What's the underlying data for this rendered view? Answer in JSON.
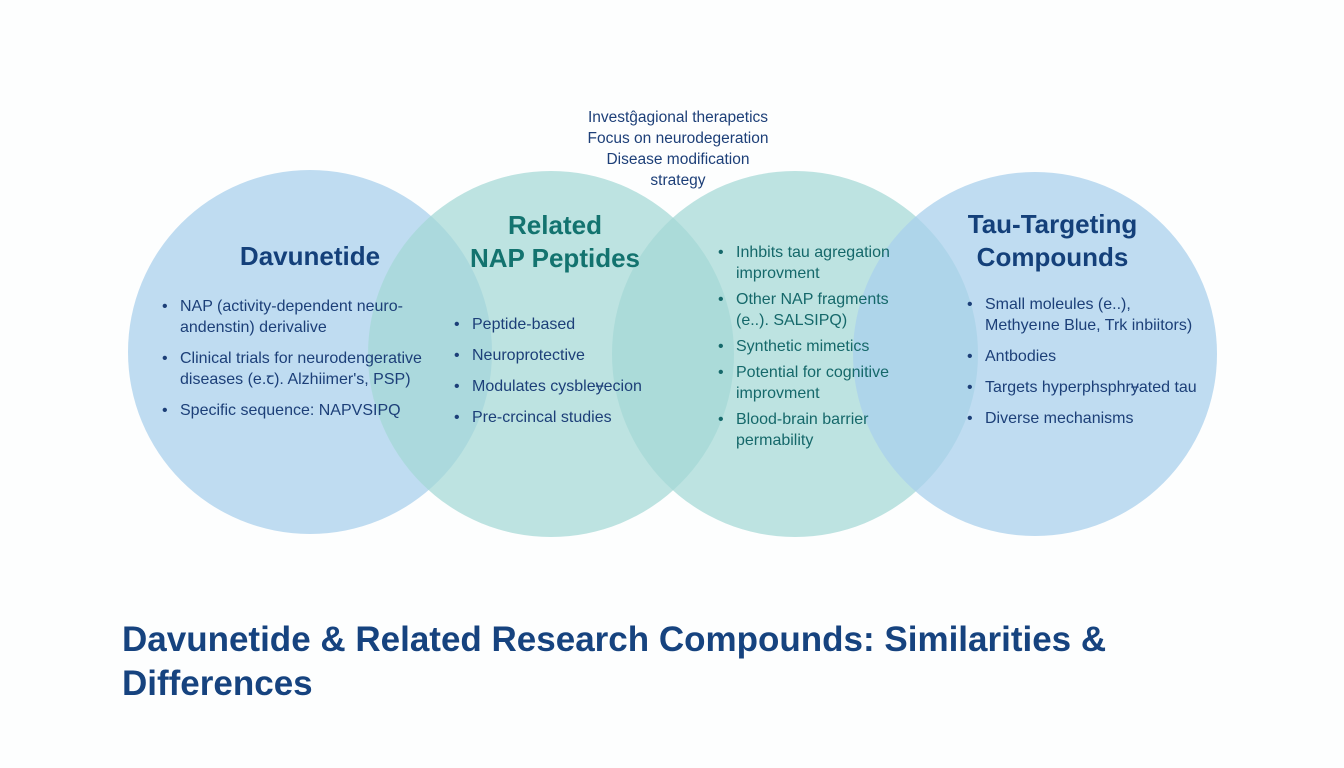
{
  "top_note": [
    "Investĝagional therapetics",
    "Focus on neurodegeration",
    "Disease modification",
    "strategy"
  ],
  "circles": [
    {
      "title": [
        "Davunetide"
      ],
      "color": "#b3d6ee",
      "items": [
        "NAP (activity-dependent neuro-andenstin) derivalive",
        "Clinical trials for neurodengerative diseases (e.ꞇ). Alzhiimer's, PSP)",
        "Specific sequence: NAPVSIPQ"
      ]
    },
    {
      "title": [
        "Related",
        "NAP Peptides"
      ],
      "color": "#b3e0de",
      "items": [
        "Peptide-based",
        "Neuroprotective",
        "Modulates cysbleɏecion",
        "Pre-crcincal studies"
      ]
    },
    {
      "title": [],
      "color": "#b3e0de",
      "items": [
        "Inhbits tau agregation improvment",
        "Other NAP fragments (e..). SALSIPQ)",
        "Synthetic mimetics",
        "Potential for cognitive improvment",
        "Blood-brain barrier permability"
      ]
    },
    {
      "title": [
        "Tau-Targeting",
        "Compounds"
      ],
      "color": "#b3d6ee",
      "items": [
        "Small moleules (e..), Methyeıne Blue, Trk inbiitors)",
        "Antbodies",
        "Targets hyperphsphrɏated tau",
        "Diverse mechanisms"
      ]
    }
  ],
  "main_title": "Davunetide & Related Research Compounds: Similarities & Differences"
}
